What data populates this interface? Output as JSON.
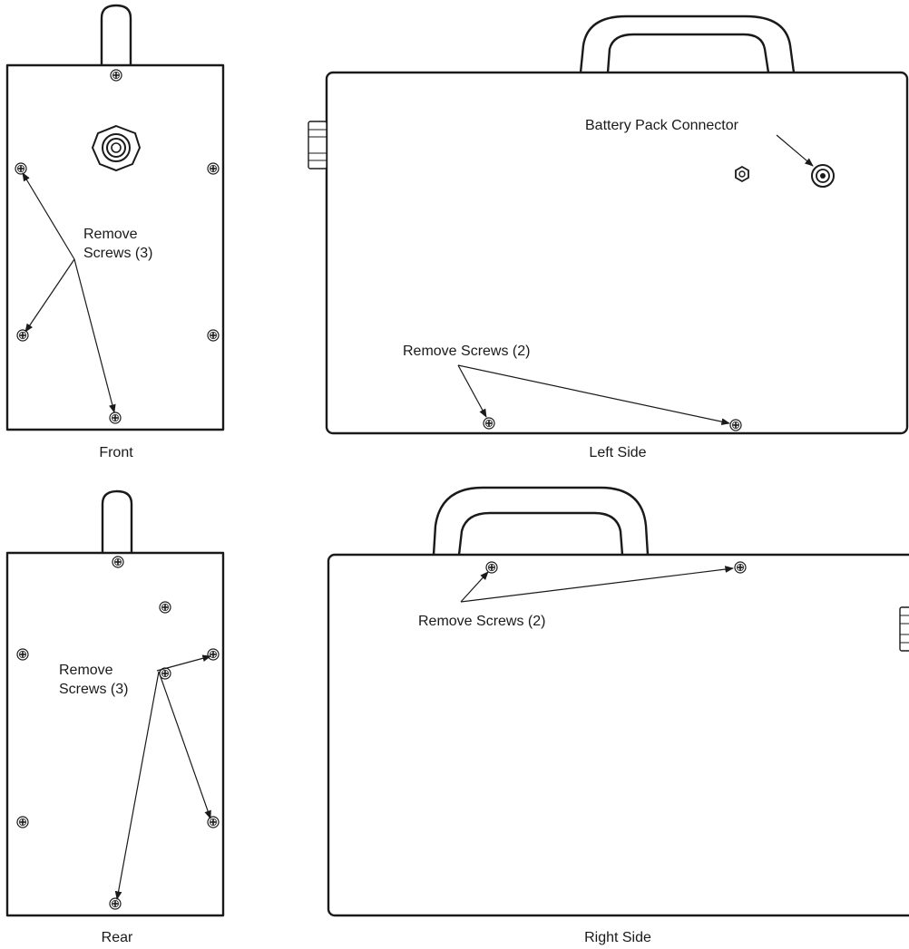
{
  "views": {
    "front": {
      "caption": "Front",
      "callout_line1": "Remove",
      "callout_line2": "Screws (3)"
    },
    "left_side": {
      "caption": "Left Side",
      "connector_label": "Battery Pack Connector",
      "callout": "Remove Screws (2)"
    },
    "rear": {
      "caption": "Rear",
      "callout_line1": "Remove",
      "callout_line2": "Screws (3)"
    },
    "right_side": {
      "caption": "Right Side",
      "callout": "Remove Screws (2)"
    }
  },
  "icons": {
    "screw": "phillips-screw-icon",
    "connector": "battery-connector-icon",
    "nut": "hex-nut-icon",
    "handle": "carry-handle-icon"
  },
  "colors": {
    "line": "#1a1a1a",
    "background": "#ffffff"
  }
}
